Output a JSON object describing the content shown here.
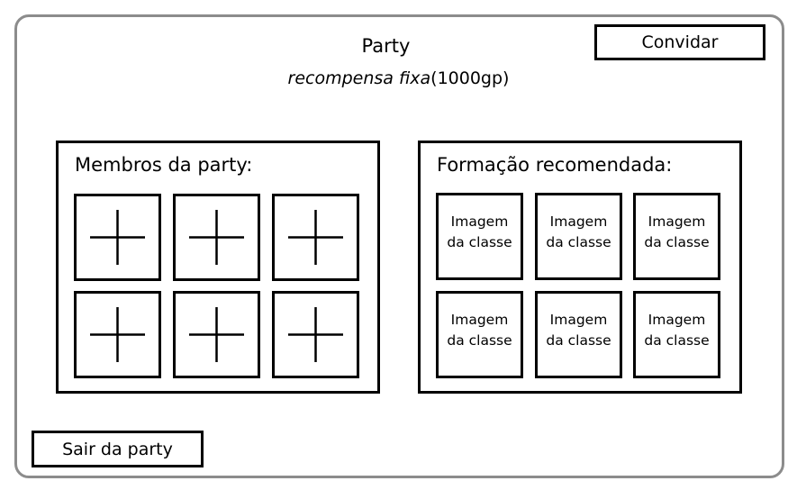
{
  "header": {
    "title": "Party",
    "reward_type": "recompensa fixa",
    "reward_amount": "(1000gp)"
  },
  "actions": {
    "invite_label": "Convidar",
    "leave_label": "Sair da party"
  },
  "members_panel": {
    "title": "Membros da party:",
    "slots": [
      {
        "icon": "plus-icon"
      },
      {
        "icon": "plus-icon"
      },
      {
        "icon": "plus-icon"
      },
      {
        "icon": "plus-icon"
      },
      {
        "icon": "plus-icon"
      },
      {
        "icon": "plus-icon"
      }
    ]
  },
  "formation_panel": {
    "title": "Formação recomendada:",
    "slots": [
      {
        "line1": "Imagem",
        "line2": "da classe"
      },
      {
        "line1": "Imagem",
        "line2": "da classe"
      },
      {
        "line1": "Imagem",
        "line2": "da classe"
      },
      {
        "line1": "Imagem",
        "line2": "da classe"
      },
      {
        "line1": "Imagem",
        "line2": "da classe"
      },
      {
        "line1": "Imagem",
        "line2": "da classe"
      }
    ]
  }
}
